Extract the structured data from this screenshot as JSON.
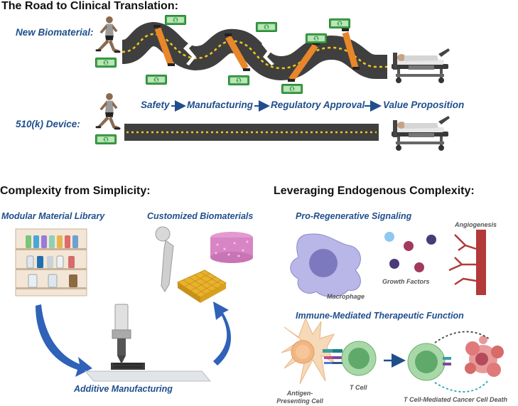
{
  "title": "The Road to Clinical Translation:",
  "road": {
    "new_biomaterial_label": "New Biomaterial:",
    "device_label": "510(k) Device:",
    "steps": [
      "Safety",
      "Manufacturing",
      "Regulatory Approval",
      "Value Proposition"
    ],
    "money_symbol": "$"
  },
  "left_panel": {
    "heading": "Complexity from Simplicity:",
    "library_label": "Modular Material Library",
    "custom_label": "Customized Biomaterials",
    "am_label": "Additive Manufacturing"
  },
  "right_panel": {
    "heading": "Leveraging Endogenous Complexity:",
    "signaling_label": "Pro-Regenerative Signaling",
    "macrophage_label": "Macrophage",
    "growth_factors_label": "Growth Factors",
    "angiogenesis_label": "Angiogenesis",
    "immune_label": "Immune-Mediated Therapeutic Function",
    "apc_label": "Antigen-Presenting Cell",
    "tcell_label": "T Cell",
    "death_label": "T Cell-Mediated Cancer Cell Death"
  },
  "colors": {
    "heading_blue": "#1f4e8c",
    "road": "#3f3f3f",
    "road_line": "#f2c81b",
    "barrier": "#e8862a",
    "money": "#3ea54a",
    "arrow_blue": "#2f62b8"
  }
}
